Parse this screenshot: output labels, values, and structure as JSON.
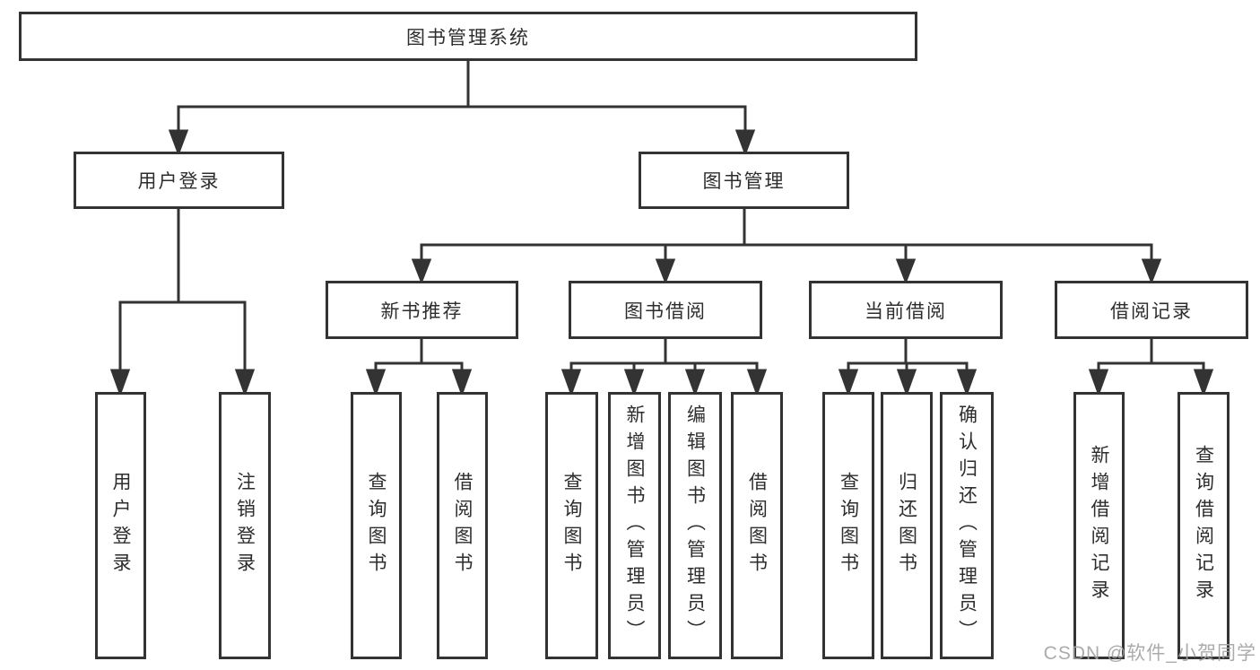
{
  "tree": {
    "root": "图书管理系统",
    "branches": [
      {
        "label": "用户登录",
        "children": [
          "用户登录",
          "注销登录"
        ]
      },
      {
        "label": "图书管理",
        "children": [
          {
            "label": "新书推荐",
            "children": [
              "查询图书",
              "借阅图书"
            ]
          },
          {
            "label": "图书借阅",
            "children": [
              "查询图书",
              "新增图书（管理员）",
              "编辑图书（管理员）",
              "借阅图书"
            ]
          },
          {
            "label": "当前借阅",
            "children": [
              "查询图书",
              "归还图书",
              "确认归还（管理员）"
            ]
          },
          {
            "label": "借阅记录",
            "children": [
              "新增借阅记录",
              "查询借阅记录"
            ]
          }
        ]
      }
    ]
  },
  "watermark": {
    "text": "CSDN @软件_小贺同学"
  },
  "colors": {
    "line": "#333333",
    "text": "#2d2d2d",
    "watermark": "#a3a3a3",
    "background": "#ffffff"
  }
}
